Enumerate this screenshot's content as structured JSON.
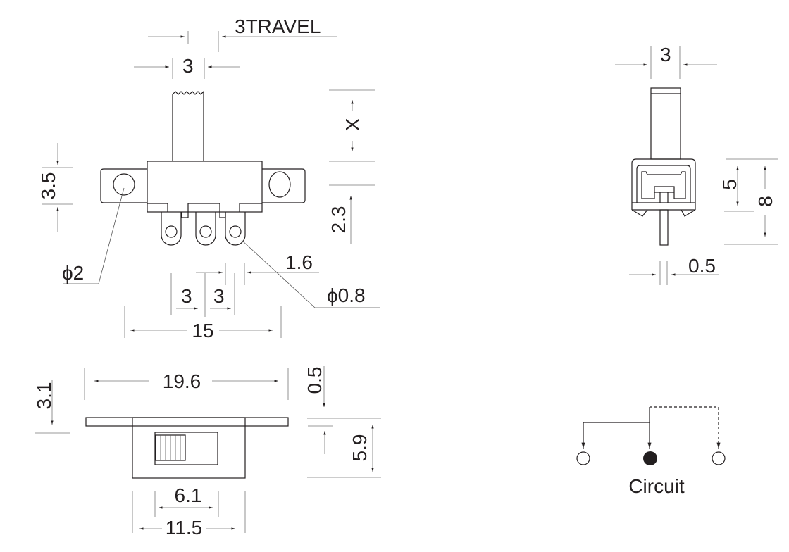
{
  "top_view": {
    "travel_label": "3TRAVEL",
    "stem_width": "3",
    "mount_hole_height": "3.5",
    "actuator_length": "X",
    "body_to_terminal": "2.3",
    "mount_hole_dia": "ϕ2",
    "terminal_width": "1.6",
    "terminal_hole_dia": "ϕ0.8",
    "pitch_1": "3",
    "pitch_2": "3",
    "hole_spacing": "15"
  },
  "side_view": {
    "stem_width": "3",
    "body_height": "5",
    "total_height": "8",
    "pin_thickness": "0.5"
  },
  "bottom_view": {
    "overall_length": "19.6",
    "plate_thickness": "0.5",
    "stem_height": "3.1",
    "body_height": "5.9",
    "window_width": "6.1",
    "body_width": "11.5"
  },
  "circuit": {
    "label": "Circuit"
  }
}
